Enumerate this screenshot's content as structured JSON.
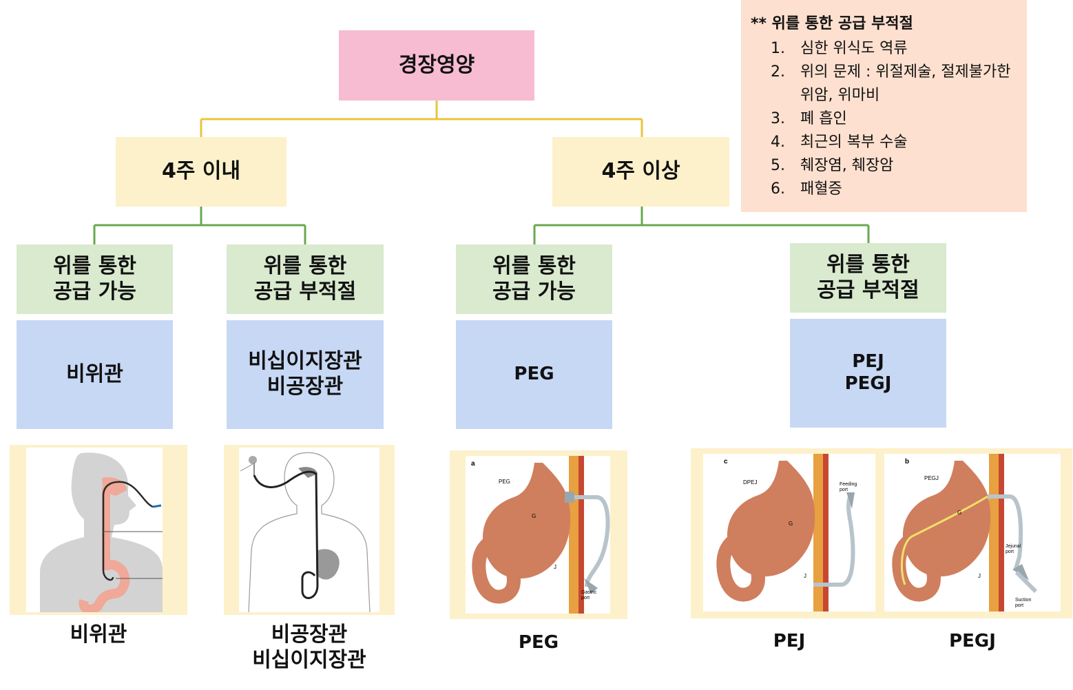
{
  "root": "경장영양",
  "branches": {
    "short": "4주 이내",
    "long": "4주 이상"
  },
  "conditions": {
    "c1": "위를 통한\n공급 가능",
    "c2": "위를 통한\n공급 부적절",
    "c3": "위를 통한\n공급 가능",
    "c4": "위를 통한\n공급 부적절"
  },
  "tubes": {
    "t1": "비위관",
    "t2": "비십이지장관\n비공장관",
    "t3": "PEG",
    "t4": "PEJ\nPEGJ"
  },
  "note": {
    "title": "** 위를 통한 공급 부적절",
    "items": [
      {
        "num": "1.",
        "text": "심한 위식도 역류"
      },
      {
        "num": "2.",
        "text": "위의 문제 : 위절제술, 절제불가한 위암, 위마비"
      },
      {
        "num": "3.",
        "text": "폐 흡인"
      },
      {
        "num": "4.",
        "text": "최근의 복부 수술"
      },
      {
        "num": "5.",
        "text": "췌장염, 췌장암"
      },
      {
        "num": "6.",
        "text": "패혈증"
      }
    ]
  },
  "captions": {
    "ngt": "비위관",
    "nj": "비공장관\n비십이지장관",
    "peg": "PEG",
    "pej": "PEJ",
    "pegj": "PEGJ"
  },
  "figure_labels": {
    "peg_letter": "a",
    "peg_tag": "PEG",
    "peg_port": "Gastric\nport",
    "pej_letter": "c",
    "pej_tag": "DPEJ",
    "pej_port": "Feeding\nport",
    "pegj_letter": "b",
    "pegj_tag": "PEGJ",
    "pegj_port1": "Jejunal\nport",
    "pegj_port2": "Suction\nport",
    "g_mark": "G",
    "j_mark": "J"
  },
  "colors": {
    "root": "#f7bcd2",
    "level1": "#fdf1cb",
    "condition": "#d9eacf",
    "tube": "#c7d8f5",
    "note": "#fde0cf",
    "connector_top": "#e7c63d",
    "connector_bottom": "#6aa84f"
  }
}
